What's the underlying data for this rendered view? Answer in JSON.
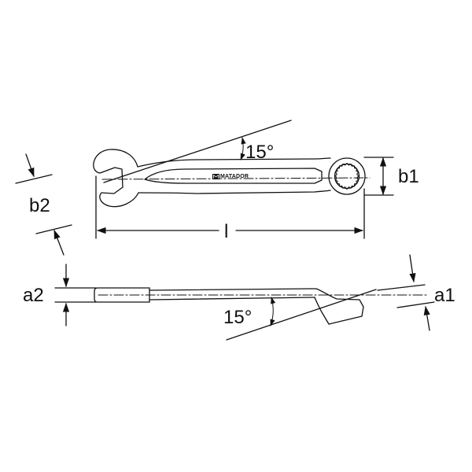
{
  "brand": {
    "logo_mark": "M",
    "name": "MATADOR"
  },
  "labels": {
    "angle_top": "15°",
    "angle_bottom": "15°",
    "b1": "b1",
    "b2": "b2",
    "l": "l",
    "a1": "a1",
    "a2": "a2"
  },
  "colors": {
    "line": "#111111",
    "background": "#ffffff"
  }
}
